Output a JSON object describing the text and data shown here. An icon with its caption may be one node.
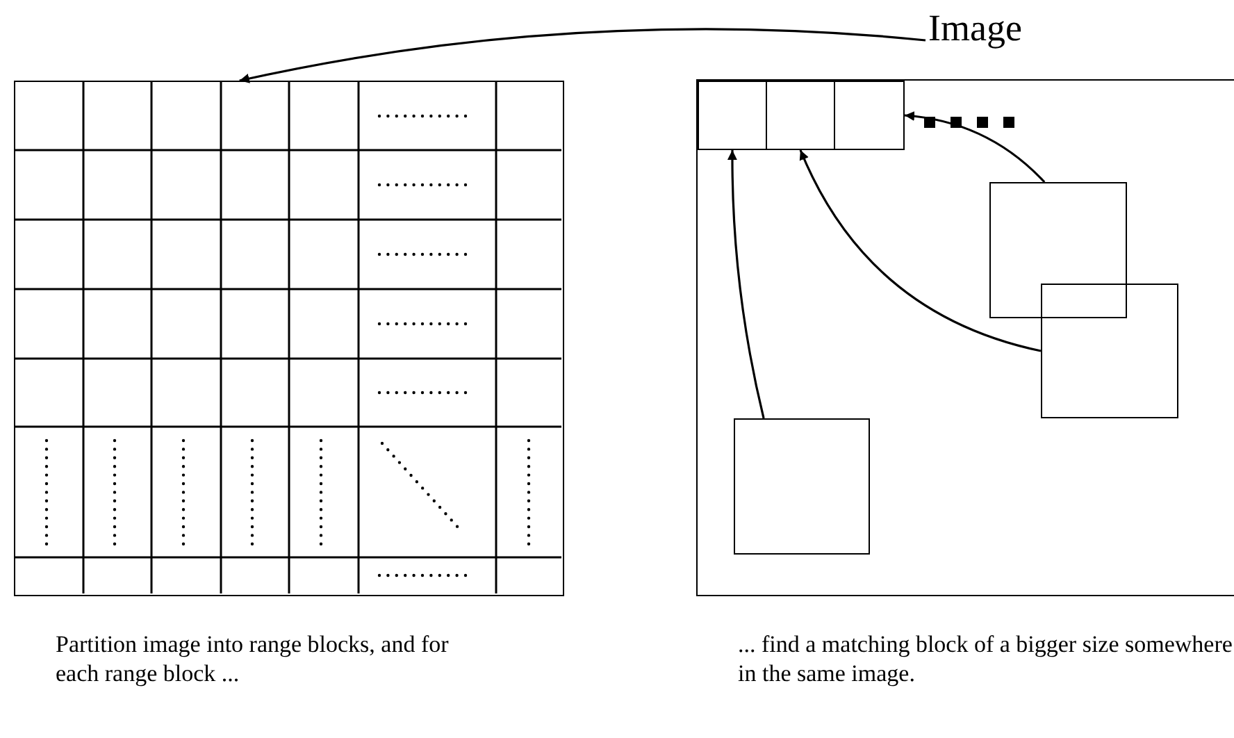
{
  "diagram": {
    "nodes": [
      {
        "text": [
          "Image"
        ]
      },
      {
        "text": [],
        "shape": "box"
      },
      {
        "text": [],
        "shape": "box"
      },
      {
        "text": [],
        "shape": "box",
        "in": 2
      },
      {
        "text": [],
        "shape": "box",
        "in": 2
      },
      {
        "text": [],
        "shape": "box",
        "in": 2
      },
      {
        "text": [],
        "shape": "box",
        "in": 2
      },
      {
        "text": [],
        "shape": "box",
        "in": 2
      },
      {
        "text": [],
        "shape": "box",
        "in": 2
      }
    ],
    "edges": [
      {
        "from": 0,
        "to": 1,
        "arrow": "to"
      },
      {
        "from": 8,
        "to": 3,
        "arrow": "to"
      },
      {
        "from": 7,
        "to": 4,
        "arrow": "to"
      },
      {
        "from": 6,
        "to": 5,
        "arrow": "to"
      }
    ],
    "labels": [
      "Partition image into range blocks, and for each range block ...",
      "... find a matching block of a bigger size somewhere in the same image."
    ]
  }
}
